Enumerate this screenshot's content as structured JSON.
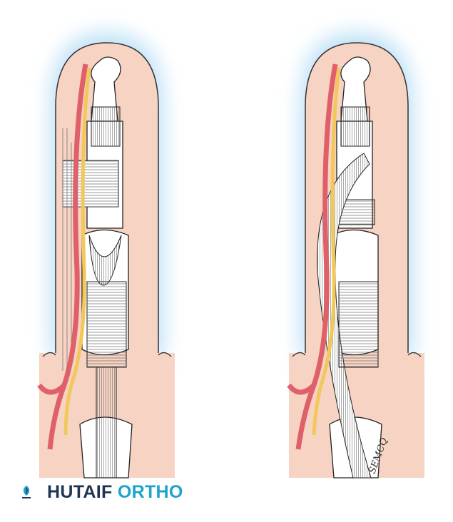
{
  "brand": {
    "logo_text": "HUTAIF",
    "name_part1": "HUTAIF",
    "name_part2": "ORTHO",
    "color_dark": "#1f3553",
    "color_accent": "#1da3cc"
  },
  "illustration": {
    "signature": "SEMCQ",
    "colors": {
      "skin": "#f6d3c3",
      "glow": "#cfe9f8",
      "artery": "#e0606a",
      "nerve": "#f2c85a",
      "bone": "#ffffff",
      "outline": "#222222"
    }
  }
}
